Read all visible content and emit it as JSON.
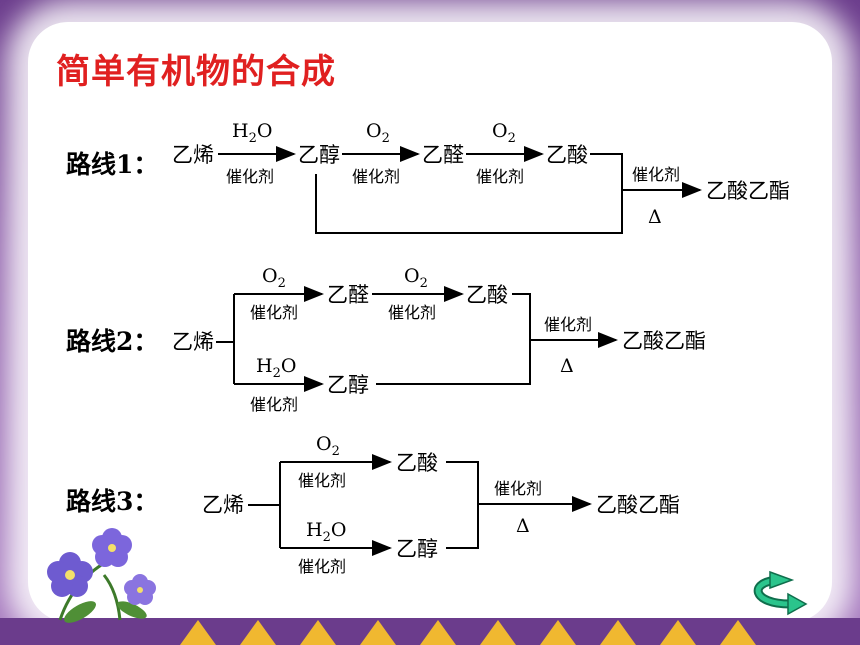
{
  "title": "简单有机物的合成",
  "catalyst": "催化剂",
  "heat": "Δ",
  "o2": {
    "base": "O",
    "sub": "2"
  },
  "h2o": {
    "h": "H",
    "sub": "2",
    "o": "O"
  },
  "routes": [
    {
      "label": "路线1：",
      "nodes": {
        "ethylene": "乙烯",
        "ethanol": "乙醇",
        "acetaldehyde": "乙醛",
        "acetic_acid": "乙酸",
        "ester": "乙酸乙酯"
      }
    },
    {
      "label": "路线2：",
      "nodes": {
        "ethylene": "乙烯",
        "acetaldehyde": "乙醛",
        "acetic_acid": "乙酸",
        "ethanol": "乙醇",
        "ester": "乙酸乙酯"
      }
    },
    {
      "label": "路线3：",
      "nodes": {
        "ethylene": "乙烯",
        "acetic_acid": "乙酸",
        "ethanol": "乙醇",
        "ester": "乙酸乙酯"
      }
    }
  ],
  "colors": {
    "title": "#e02020",
    "border": "#6b3c8c",
    "return_arrow": "#1a9a6a"
  },
  "icons": [
    "flower-decoration",
    "return-arrow-icon"
  ]
}
